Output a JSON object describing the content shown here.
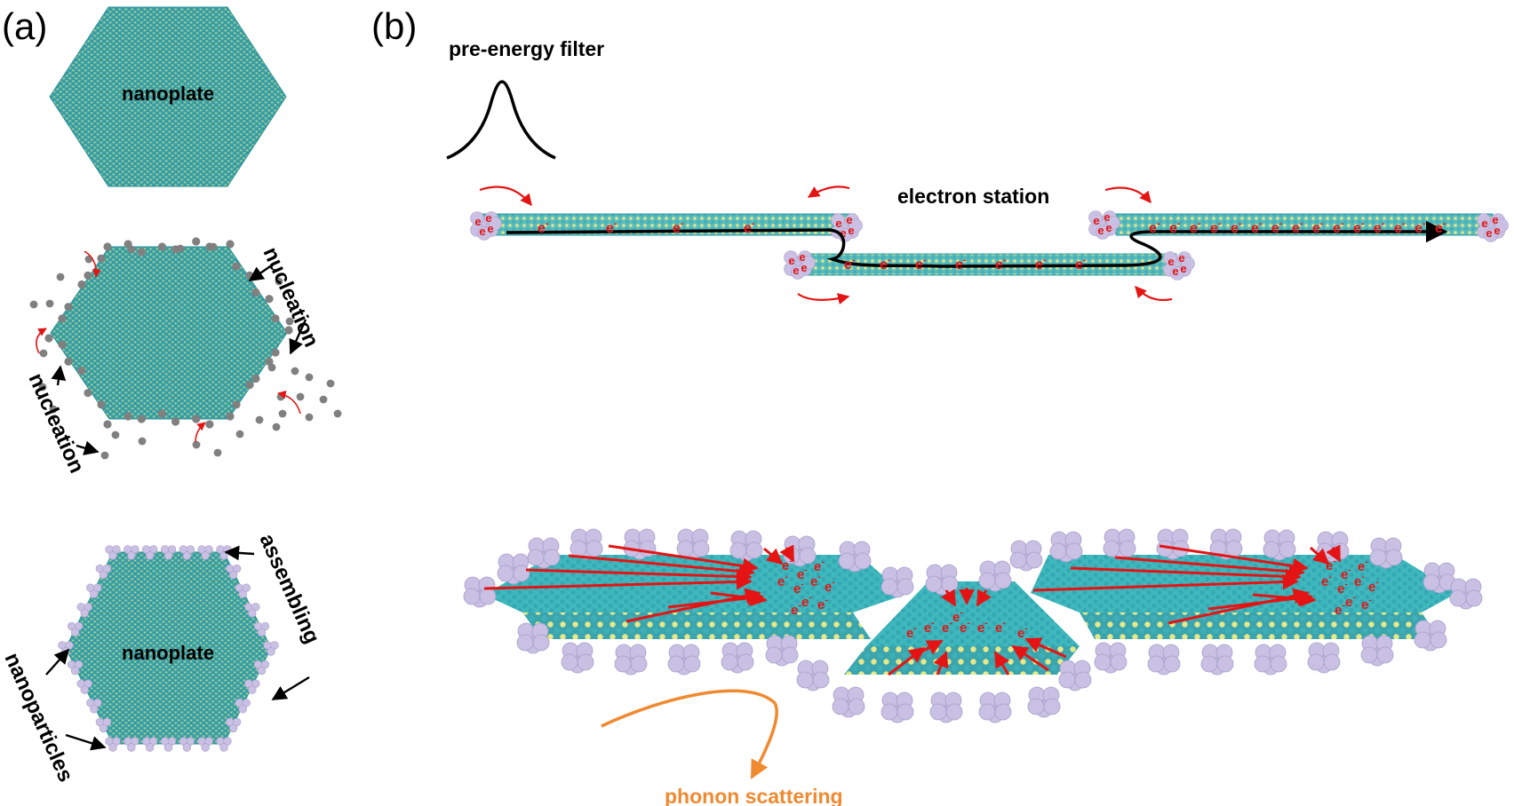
{
  "panel_a": {
    "label": "(a)",
    "top_plate_label": "nanoplate",
    "nucleation_label": "nucleation",
    "bottom_plate_label": "nanoplate",
    "assembling_label": "assembling",
    "nanoparticles_label": "nanoparticles"
  },
  "panel_b": {
    "label": "(b)",
    "filter_label": "pre-energy filter",
    "station_label": "electron station",
    "phonon_label": "phonon scattering",
    "electron_symbol": "e",
    "electron_charge": "-"
  },
  "colors": {
    "plate": "#3fb0b0",
    "atom_yellow": "#e4e48a",
    "particle": "#c9c0e3",
    "nucleus": "#808080",
    "electron": "#e41414",
    "phonon": "#f08a30"
  }
}
